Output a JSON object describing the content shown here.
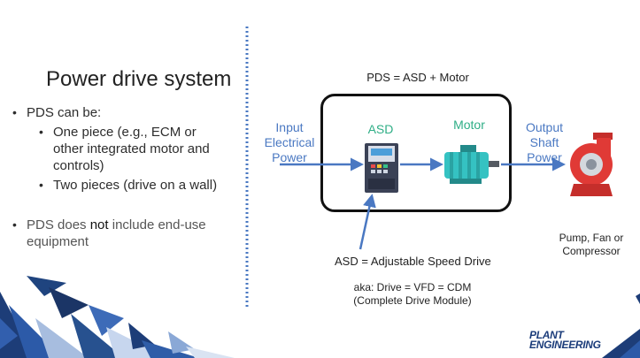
{
  "slide": {
    "title": "Power drive system",
    "bullets": {
      "item1": "PDS can be:",
      "sub1": "One piece (e.g., ECM or other integrated motor and controls)",
      "sub2": "Two pieces (drive on a wall)",
      "item2_pre": "PDS does ",
      "item2_bold": "not",
      "item2_post": " include end-use equipment"
    }
  },
  "diagram": {
    "equation": "PDS = ASD + Motor",
    "input_label": [
      "Input",
      "Electrical",
      "Power"
    ],
    "asd_label": "ASD",
    "motor_label": "Motor",
    "output_label": [
      "Output",
      "Shaft",
      "Power"
    ],
    "load_label": [
      "Pump, Fan or",
      "Compressor"
    ],
    "asd_definition": "ASD = Adjustable Speed Drive",
    "aka_line1": "aka: Drive = VFD = CDM",
    "aka_line2": "(Complete Drive Module)"
  },
  "colors": {
    "accent_blue": "#4a78c2",
    "accent_green": "#2fae86",
    "motor_teal": "#35c2c2",
    "pump_red": "#e03a36",
    "dark_navy": "#1b3c7a"
  },
  "logo": {
    "line1": "PLANT",
    "line2": "ENGINEERING"
  }
}
